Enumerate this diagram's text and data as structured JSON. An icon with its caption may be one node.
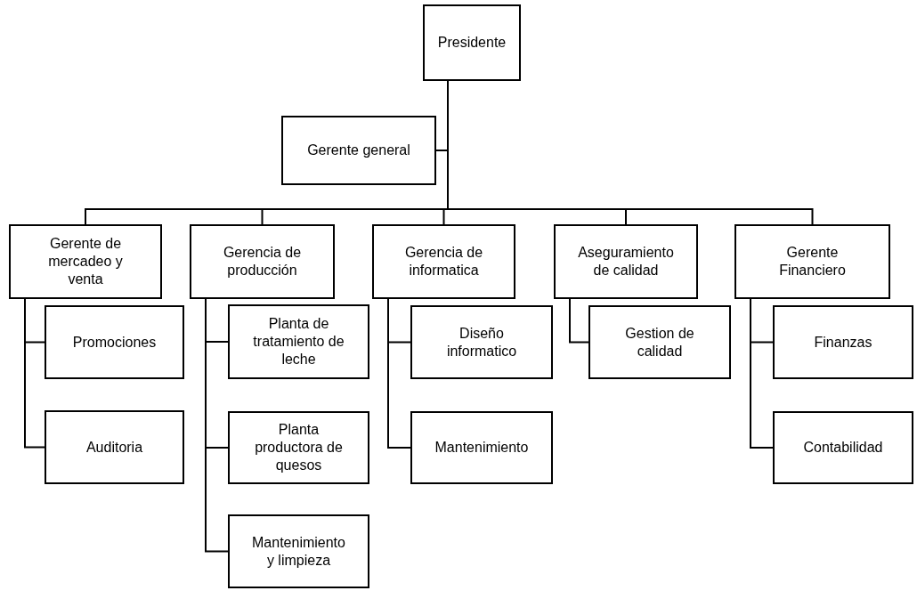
{
  "diagram": {
    "nodes": [
      {
        "text": [
          "Presidente"
        ]
      },
      {
        "text": [
          "Gerente general"
        ]
      },
      {
        "text": [
          "Gerente de mercadeo y venta"
        ]
      },
      {
        "text": [
          "Gerencia de producción"
        ]
      },
      {
        "text": [
          "Gerencia de informatica"
        ]
      },
      {
        "text": [
          "Aseguramiento de calidad"
        ]
      },
      {
        "text": [
          "Gerente Financiero"
        ]
      },
      {
        "text": [
          "Promociones"
        ]
      },
      {
        "text": [
          "Planta de tratamiento de leche"
        ]
      },
      {
        "text": [
          "Diseño informatico"
        ]
      },
      {
        "text": [
          "Gestion de calidad"
        ]
      },
      {
        "text": [
          "Finanzas"
        ]
      },
      {
        "text": [
          "Auditoria"
        ]
      },
      {
        "text": [
          "Planta productora de quesos"
        ]
      },
      {
        "text": [
          "Mantenimiento"
        ]
      },
      {
        "text": [
          "Contabilidad"
        ]
      },
      {
        "text": [
          "Mantenimiento y limpieza"
        ]
      }
    ],
    "edges": [
      {
        "from": 0,
        "to": 1,
        "arrow": "none"
      },
      {
        "from": 0,
        "to": 2,
        "arrow": "none"
      },
      {
        "from": 0,
        "to": 3,
        "arrow": "none"
      },
      {
        "from": 0,
        "to": 4,
        "arrow": "none"
      },
      {
        "from": 0,
        "to": 5,
        "arrow": "none"
      },
      {
        "from": 0,
        "to": 6,
        "arrow": "none"
      },
      {
        "from": 2,
        "to": 7,
        "arrow": "none"
      },
      {
        "from": 2,
        "to": 12,
        "arrow": "none"
      },
      {
        "from": 3,
        "to": 8,
        "arrow": "none"
      },
      {
        "from": 3,
        "to": 13,
        "arrow": "none"
      },
      {
        "from": 3,
        "to": 16,
        "arrow": "none"
      },
      {
        "from": 4,
        "to": 9,
        "arrow": "none"
      },
      {
        "from": 4,
        "to": 14,
        "arrow": "none"
      },
      {
        "from": 5,
        "to": 10,
        "arrow": "none"
      },
      {
        "from": 6,
        "to": 11,
        "arrow": "none"
      },
      {
        "from": 6,
        "to": 15,
        "arrow": "none"
      }
    ]
  }
}
